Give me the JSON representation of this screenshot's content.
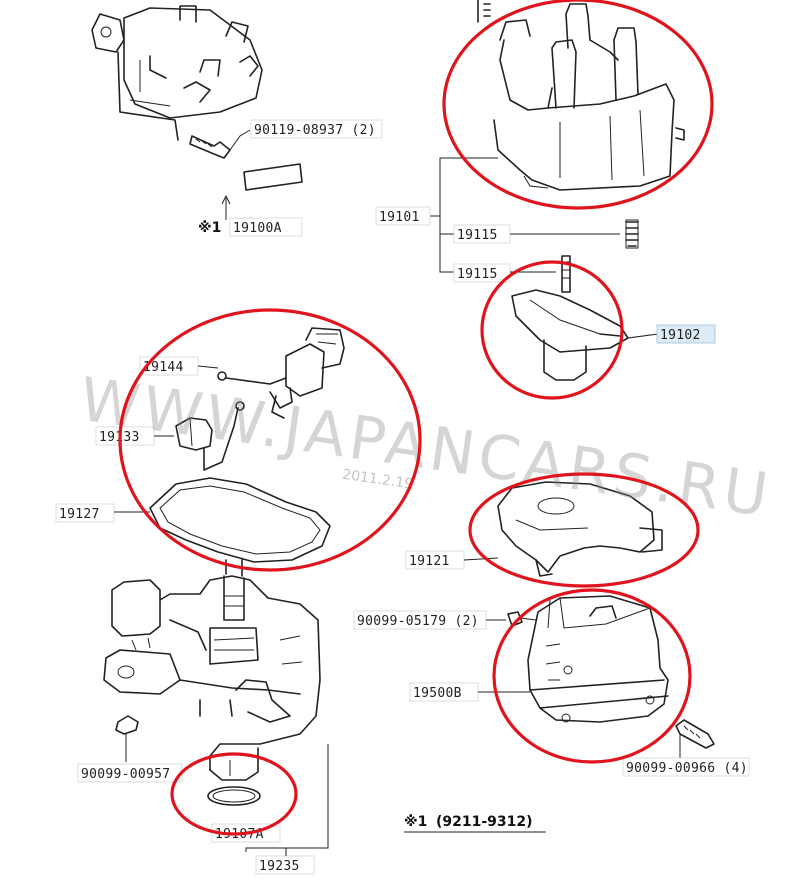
{
  "labels": {
    "bolt_top": "90119-08937 (2)",
    "note_ref": "19100A",
    "distributor_cap": "19101",
    "spring_top": "19115",
    "spring_bottom": "19115",
    "rotor": "19102",
    "wire_harness": "19144",
    "condenser": "19133",
    "gasket": "19127",
    "cover": "19121",
    "screw_cover": "90099-05179 (2)",
    "ignitor": "19500B",
    "screw_ignitor": "90099-00966 (4)",
    "screw_housing": "90099-00957",
    "o_ring": "19107A",
    "housing": "19235"
  },
  "note": {
    "symbol": "※1",
    "date_range": "(9211-9312)"
  },
  "watermark": {
    "text": "WWW.JAPANCARS.RU",
    "date": "2011.2.19"
  },
  "colors": {
    "highlight_circle": "#e0141c",
    "highlight_label": "#dcebf5"
  }
}
